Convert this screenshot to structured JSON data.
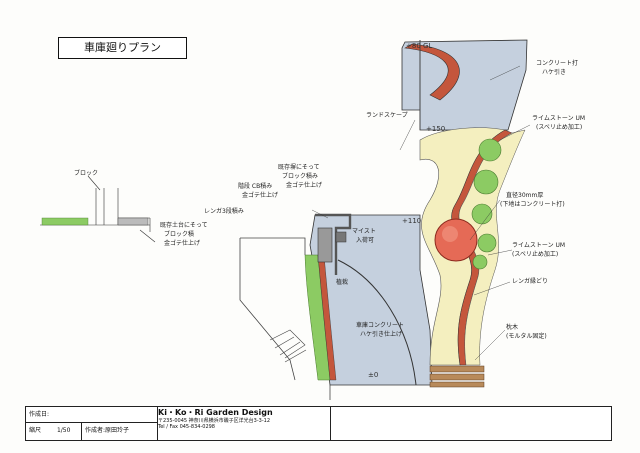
{
  "title": "車庫廻りプラン",
  "notes": {
    "concrete_top": "コンクリート打",
    "concrete_top2": "ハケ引き",
    "ground_cover": "ランドスケープ",
    "limestone_top": "ライムストーン UM",
    "limestone_top2": "(スベリ止め加工)",
    "stone_circle": "直径30mm厚",
    "stone_circle2": "(下地はコンクリート打)",
    "limestone_mid": "ライムストーン UM",
    "limestone_mid2": "(スベリ止め加工)",
    "brick_edge": "レンガ縁どり",
    "sleepers": "枕木",
    "sleepers2": "(モルタル固定)",
    "garage_concrete": "車庫コンクリート",
    "garage_concrete2": "ハケ引き仕上げ",
    "existing_block": "既存塀にそって",
    "existing_block2": "ブロック積み",
    "existing_block3": "金ゴテ仕上げ",
    "step_cb": "階段 CB積み",
    "step_cb2": "金ゴテ仕上げ",
    "brick_steps": "レンガ3段積み",
    "mailbox": "マイスト",
    "mailbox2": "入荷可",
    "planter": "植栽",
    "section_note1": "既存土台にそって",
    "section_note2": "ブロック積",
    "section_note3": "金ゴテ仕上げ",
    "section_small": "ブロック"
  },
  "levels": {
    "top": "+80 GL",
    "upper": "+150",
    "mid": "+110",
    "bottom": "±0"
  },
  "footer": {
    "date_label": "作成日:",
    "author_label": "作成者:原田玲子",
    "scale_label": "縮尺",
    "scale_value": "1/50",
    "company_name": "Ki・Ko・Ri Garden Design",
    "company_address": "〒235-0045 神奈川県横浜市磯子区洋光台3-3-12",
    "company_tel": "Tel / Fax 045-834-0298"
  },
  "colors": {
    "concrete": "#c5d0de",
    "limestone": "#f4efbf",
    "brick": "#c4563c",
    "planting": "#8ccb63",
    "stone_circle": "#e56a56",
    "wall": "#777777"
  }
}
